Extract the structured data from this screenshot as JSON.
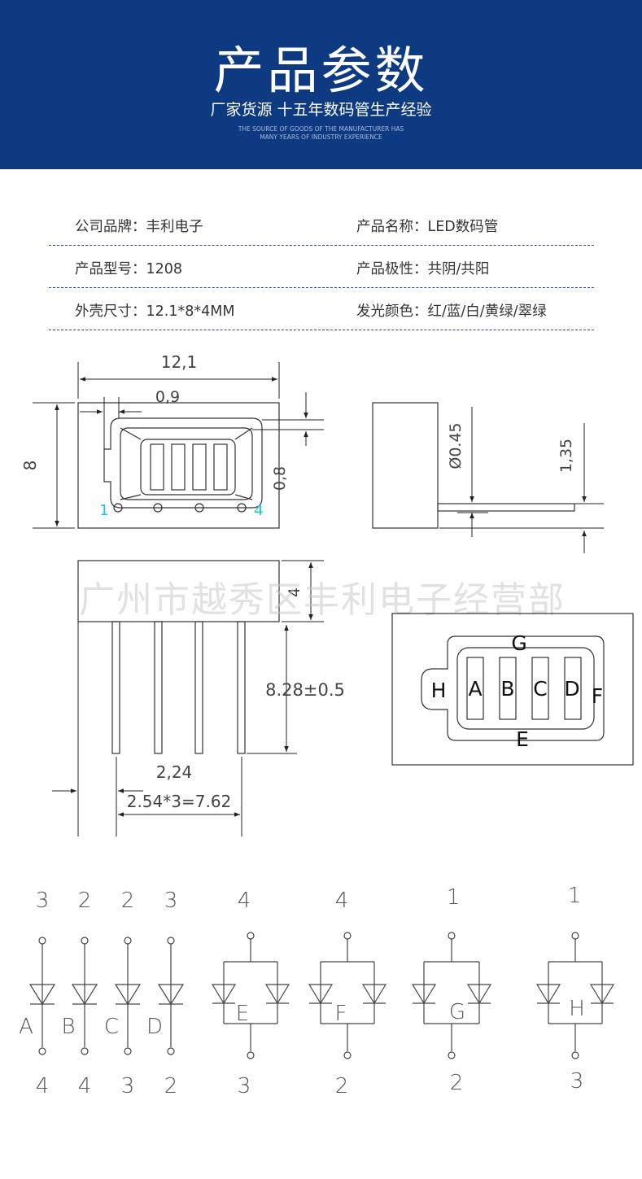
{
  "banner": {
    "title": "产品参数",
    "subtitle": "厂家货源 十五年数码管生产经验",
    "english_line1": "THE SOURCE OF GOODS OF THE MANUFACTURER HAS",
    "english_line2": "MANY YEARS OF INDUSTRY EXPERIENCE",
    "bg_color": "#0e3a82"
  },
  "params": [
    {
      "left": {
        "label": "公司品牌：",
        "value": "丰利电子"
      },
      "right": {
        "label": "产品名称：",
        "value": "LED数码管"
      }
    },
    {
      "left": {
        "label": "产品型号：",
        "value": "1208"
      },
      "right": {
        "label": "产品极性：",
        "value": "共阴/共阳"
      }
    },
    {
      "left": {
        "label": "外壳尺寸：",
        "value": "12.1*8*4MM"
      },
      "right": {
        "label": "发光颜色：",
        "value": "红/蓝/白/黄绿/翠绿"
      }
    }
  ],
  "drawing": {
    "watermark": "广州市越秀区丰利电子经营部",
    "dims": {
      "width": "12,1",
      "height": "8",
      "pin_offset": "0,9",
      "inner_gap": "0,8",
      "pin_dia": "Ø0.45",
      "pin_step": "1,35",
      "depth": "4",
      "pin_length": "8.28±0.5",
      "pin_start": "2,24",
      "pitch": "2.54*3=7.62"
    },
    "pin_labels": {
      "first": "1",
      "last": "4"
    },
    "segments": [
      "A",
      "B",
      "C",
      "D",
      "E",
      "F",
      "G",
      "H"
    ],
    "circuits": {
      "single": [
        {
          "top": "3",
          "seg": "A",
          "bottom": "4"
        },
        {
          "top": "2",
          "seg": "B",
          "bottom": "4"
        },
        {
          "top": "2",
          "seg": "C",
          "bottom": "3"
        },
        {
          "top": "3",
          "seg": "D",
          "bottom": "2"
        }
      ],
      "dual": [
        {
          "top": "4",
          "seg": "E",
          "bottom": "3"
        },
        {
          "top": "4",
          "seg": "F",
          "bottom": "2"
        },
        {
          "top": "1",
          "seg": "G",
          "bottom": "2"
        },
        {
          "top": "1",
          "seg": "H",
          "bottom": "3"
        }
      ]
    },
    "accent_color": "#14c8d4"
  }
}
